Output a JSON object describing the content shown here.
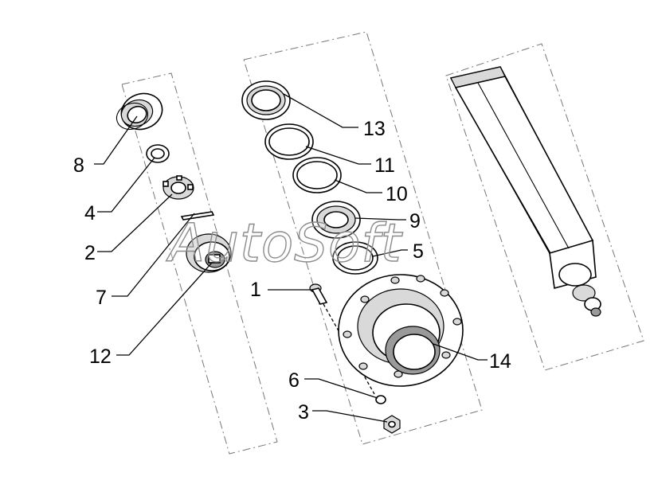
{
  "watermark": "AutoSoft",
  "callouts": {
    "c1": "1",
    "c2": "2",
    "c3": "3",
    "c4": "4",
    "c5": "5",
    "c6": "6",
    "c7": "7",
    "c8": "8",
    "c9": "9",
    "c10": "10",
    "c11": "11",
    "c12": "12",
    "c13": "13",
    "c14": "14"
  },
  "colors": {
    "line": "#000000",
    "shade": "#d9d9d9",
    "dark_shade": "#9a9a9a",
    "watermark": "#8c8c8c"
  }
}
